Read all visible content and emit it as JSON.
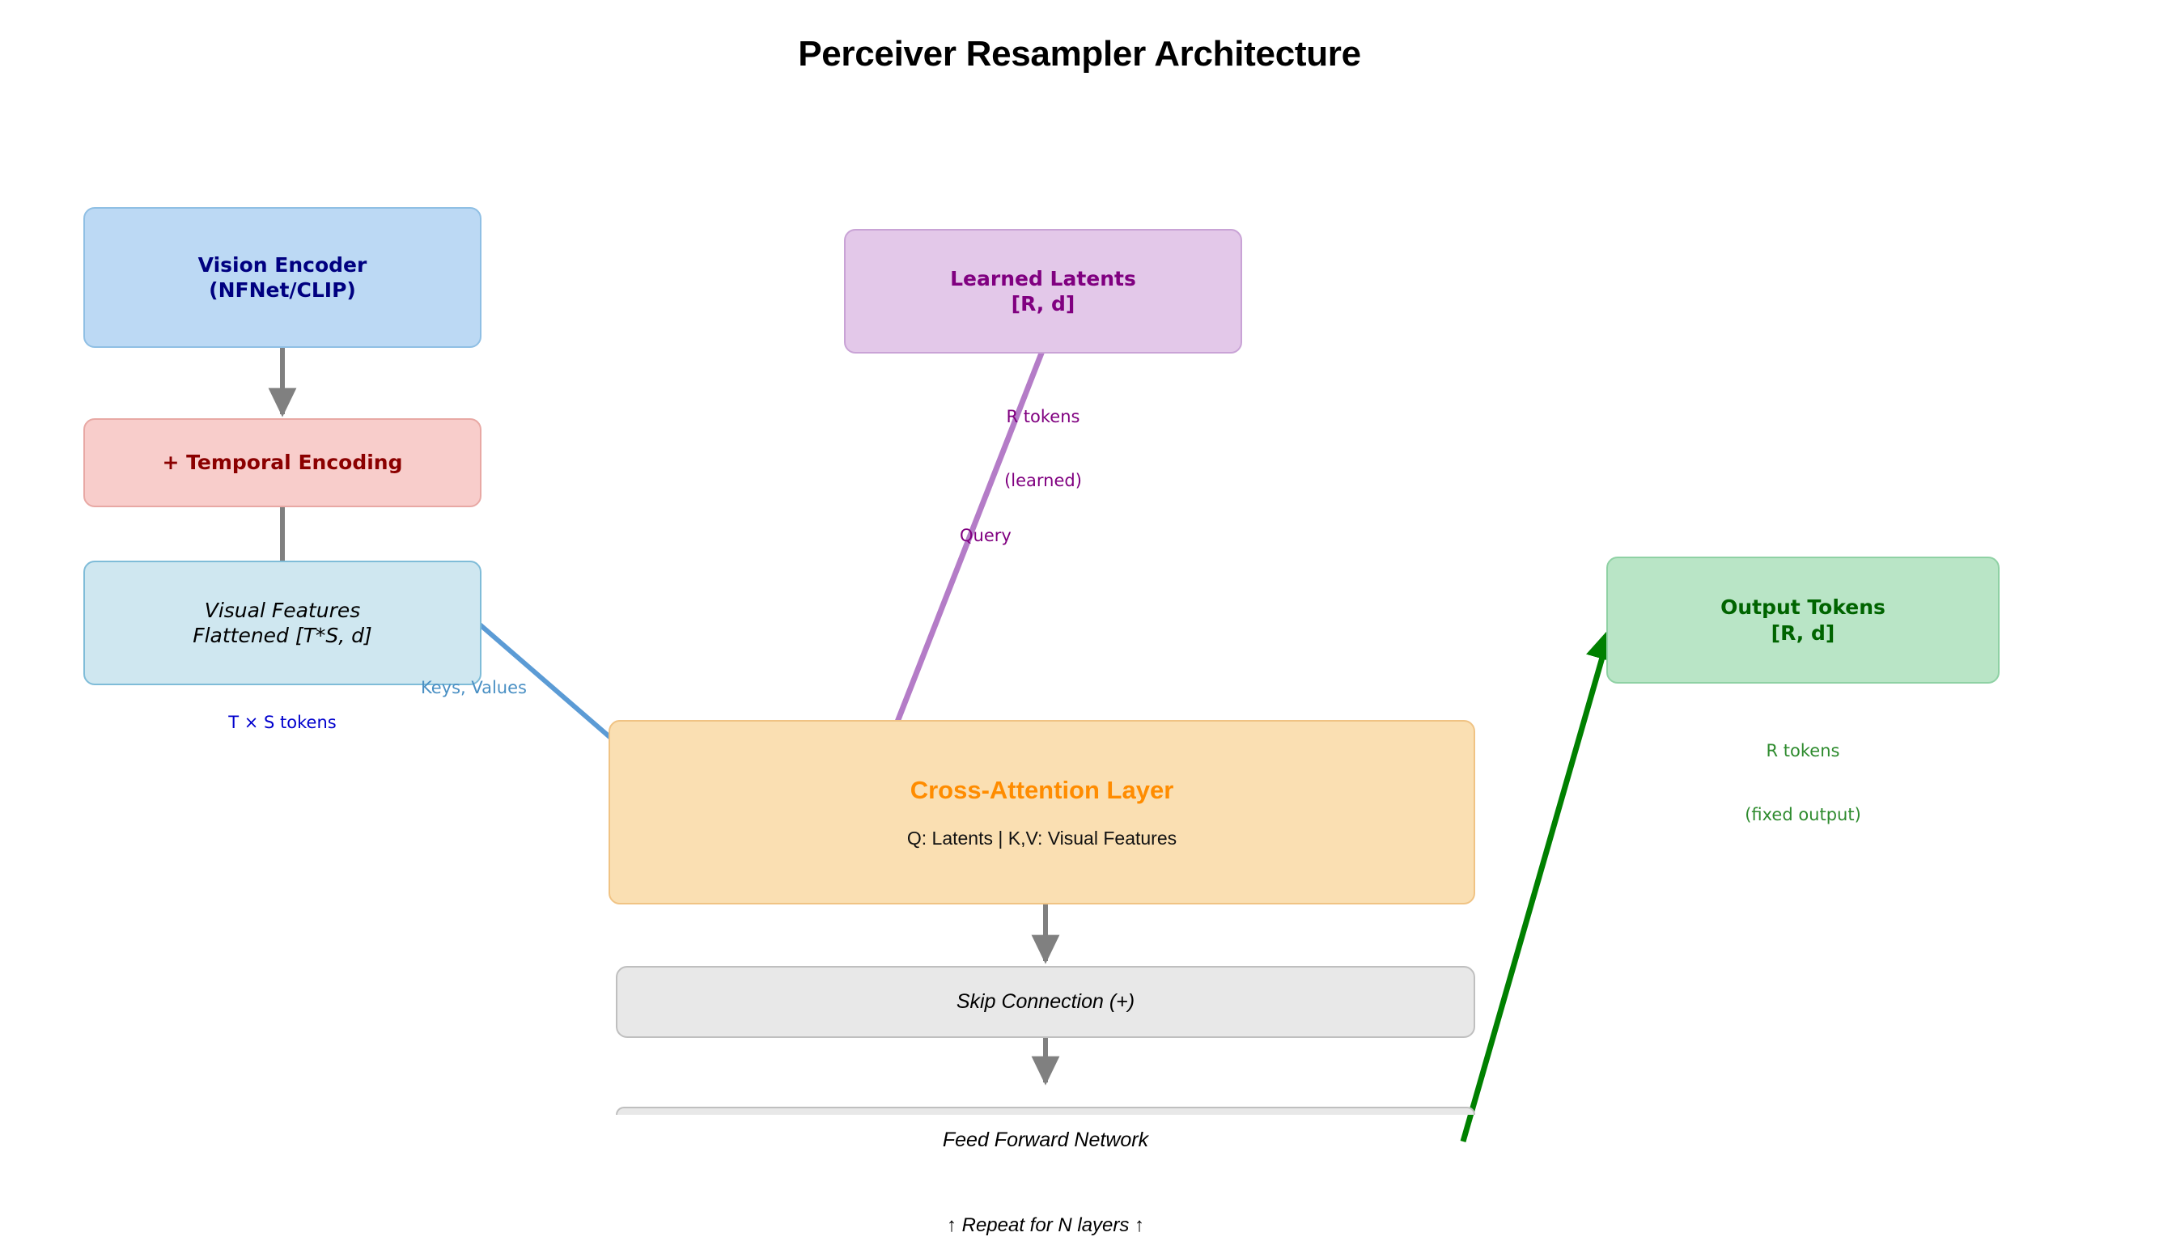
{
  "title": "Perceiver Resampler Architecture",
  "colors": {
    "vision_fill": "#bcd9f4",
    "vision_text": "#000080",
    "temporal_fill": "#f8cdcb",
    "temporal_text": "#8b0000",
    "visual_fill": "#cfe7f0",
    "latents_fill": "#e3c8e9",
    "latents_text": "#800080",
    "crossattn_fill": "#fadfb2",
    "crossattn_text": "#ff8c00",
    "skip_fill": "#e8e8e8",
    "output_fill": "#b9e5c6",
    "output_text": "#006400",
    "arrow_gray": "#808080",
    "arrow_blue": "#5b9bd5",
    "arrow_purple": "#b47cc7",
    "arrow_green": "#008000",
    "token_label_blue": "#0000cd"
  },
  "nodes": {
    "vision_encoder": {
      "line1": "Vision Encoder",
      "line2": "(NFNet/CLIP)"
    },
    "temporal_encoding": {
      "line1": "+ Temporal Encoding"
    },
    "visual_features": {
      "line1": "Visual Features",
      "line2": "Flattened [T*S, d]"
    },
    "learned_latents": {
      "line1": "Learned Latents",
      "line2": "[R, d]"
    },
    "cross_attention": {
      "title": "Cross-Attention Layer",
      "subtitle": "Q: Latents | K,V: Visual Features"
    },
    "skip_connection": {
      "label": "Skip Connection (+)"
    },
    "feed_forward": {
      "label": "Feed Forward Network"
    },
    "output_tokens": {
      "line1": "Output Tokens",
      "line2": "[R, d]"
    }
  },
  "annotations": {
    "ts_tokens": "T × S tokens",
    "r_tokens_learned_l1": "R tokens",
    "r_tokens_learned_l2": "(learned)",
    "query": "Query",
    "keys_values": "Keys, Values",
    "r_tokens_fixed_l1": "R tokens",
    "r_tokens_fixed_l2": "(fixed output)",
    "repeat": "↑ Repeat for N layers ↑"
  }
}
